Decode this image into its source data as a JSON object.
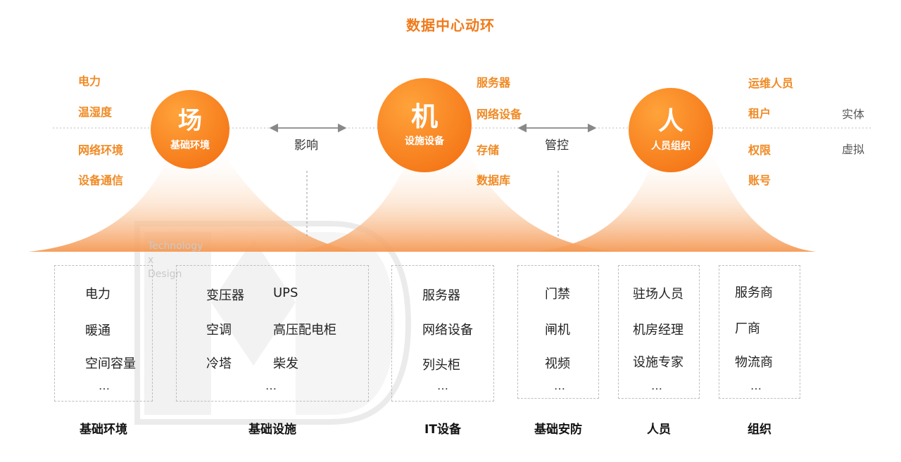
{
  "title": "数据中心动环",
  "colors": {
    "accent": "#f07a1a",
    "circle_light": "#ff9a2e",
    "circle_dark": "#f26b0f"
  },
  "circles": [
    {
      "big": "场",
      "small": "基础环境"
    },
    {
      "big": "机",
      "small": "设施设备"
    },
    {
      "big": "人",
      "small": "人员组织"
    }
  ],
  "left_labels": [
    "电力",
    "温湿度",
    "网络环境",
    "设备通信"
  ],
  "middle_labels": [
    "服务器",
    "网络设备",
    "存储",
    "数据库"
  ],
  "right_labels": [
    "运维人员",
    "租户",
    "权限",
    "账号"
  ],
  "side_labels": {
    "entity": "实体",
    "virtual": "虚拟"
  },
  "arrows": {
    "left": "影响",
    "right": "管控"
  },
  "watermark": {
    "line1": "Technology",
    "line2": "x",
    "line3": "Design"
  },
  "boxes": [
    {
      "category": "基础环境",
      "items": [
        "电力",
        "暖通",
        "空间容量"
      ],
      "more": "…"
    },
    {
      "category": "基础设施",
      "items_col1": [
        "变压器",
        "空调",
        "冷塔"
      ],
      "items_col2": [
        "UPS",
        "高压配电柜",
        "柴发"
      ],
      "more": "…"
    },
    {
      "category": "IT设备",
      "items": [
        "服务器",
        "网络设备",
        "列头柜"
      ],
      "more": "…"
    },
    {
      "category": "基础安防",
      "items": [
        "门禁",
        "闸机",
        "视频"
      ],
      "more": "…"
    },
    {
      "category": "人员",
      "items": [
        "驻场人员",
        "机房经理",
        "设施专家"
      ],
      "more": "…"
    },
    {
      "category": "组织",
      "items": [
        "服务商",
        "厂商",
        "物流商"
      ],
      "more": "…"
    }
  ]
}
